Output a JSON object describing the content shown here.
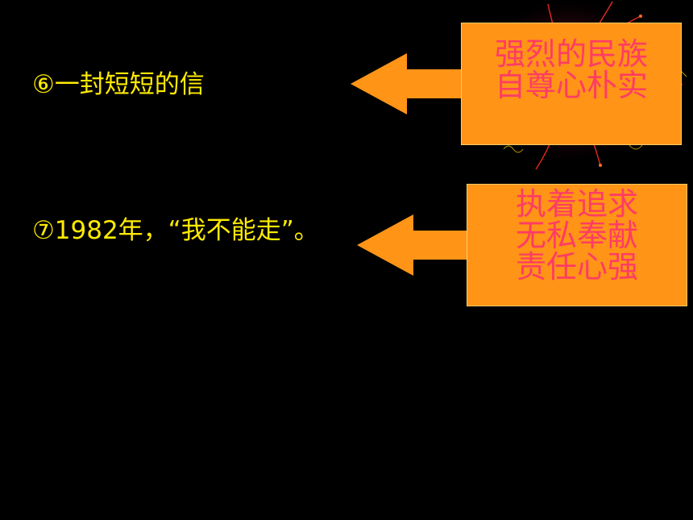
{
  "slide": {
    "background": "#000000",
    "points": [
      {
        "text": "⑥一封短短的信",
        "color": "#ffeb00"
      },
      {
        "text": "⑦1982年，“我不能走”。",
        "color": "#ffeb00"
      }
    ],
    "callouts": [
      {
        "lines": [
          "强烈的民族",
          "自尊心朴实"
        ],
        "fill": "#ff9417",
        "text_color": "#ff3c64"
      },
      {
        "lines": [
          "执着追求",
          "无私奉献",
          "责任心强"
        ],
        "fill": "#ff9417",
        "text_color": "#ff3c64"
      }
    ],
    "arrow_color": "#ff9417",
    "decoration": "fireworks-image"
  }
}
